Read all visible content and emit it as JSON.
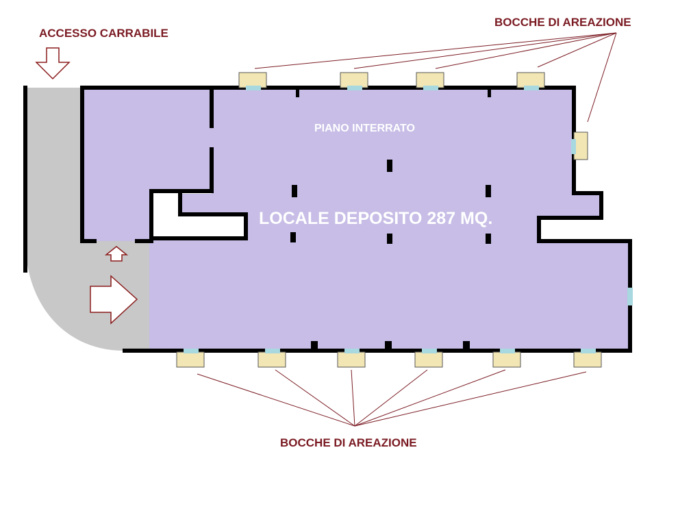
{
  "labels": {
    "driveway_access": "ACCESSO CARRABILE",
    "vents_top": "BOCCHE DI AREAZIONE",
    "vents_bottom": "BOCCHE DI AREAZIONE",
    "floor_level": "PIANO INTERRATO",
    "room": "LOCALE DEPOSITO 287 MQ."
  },
  "colors": {
    "floor": "#c7bde6",
    "ramp": "#c8c8c8",
    "wall": "#000000",
    "vent": "#f2e6b4",
    "vent_opening": "#a8d8e0",
    "leader": "#7a1a22",
    "arrow_stroke": "#8a1a1a"
  }
}
